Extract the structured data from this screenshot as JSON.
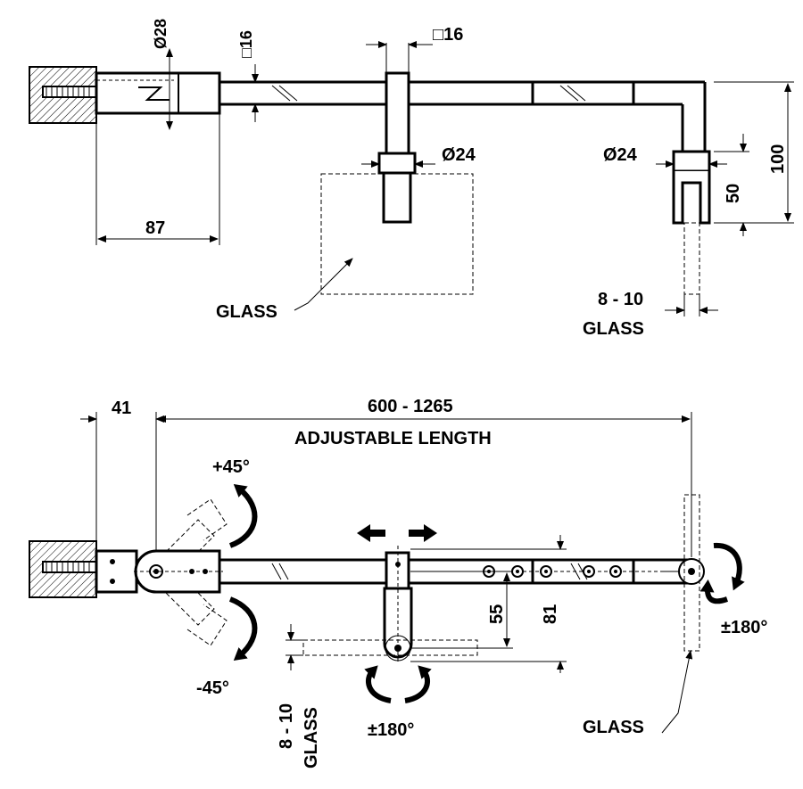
{
  "top_view": {
    "dim_diameter_28": "Ø28",
    "dim_square_16": "□16",
    "dim_square_16_top": "□16",
    "dim_diameter_24_left": "Ø24",
    "dim_diameter_24_right": "Ø24",
    "dim_87": "87",
    "dim_100": "100",
    "dim_50": "50",
    "dim_glass_thickness": "8 - 10",
    "label_glass_left": "GLASS",
    "label_glass_right": "GLASS"
  },
  "bottom_view": {
    "dim_41": "41",
    "dim_length": "600 - 1265",
    "label_adjustable": "ADJUSTABLE LENGTH",
    "angle_plus": "+45°",
    "angle_minus": "-45°",
    "rotate_center": "±180°",
    "rotate_right": "±180°",
    "dim_55": "55",
    "dim_81": "81",
    "dim_glass_thickness": "8 - 10",
    "label_glass_vertical": "GLASS",
    "label_glass_right": "GLASS"
  }
}
